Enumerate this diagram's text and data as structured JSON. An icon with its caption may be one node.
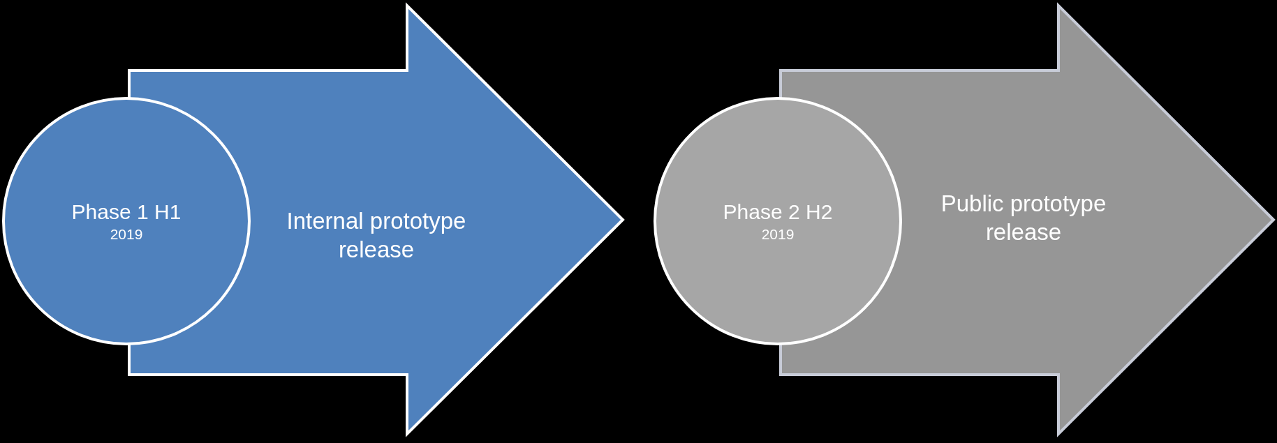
{
  "diagram": {
    "nodes": [
      {
        "text": [
          "Phase 1 H1",
          "2019"
        ]
      },
      {
        "text": [
          "Internal prototype release"
        ]
      },
      {
        "text": [
          "Phase 2 H2",
          "2019"
        ]
      },
      {
        "text": [
          "Public prototype release"
        ]
      }
    ]
  }
}
